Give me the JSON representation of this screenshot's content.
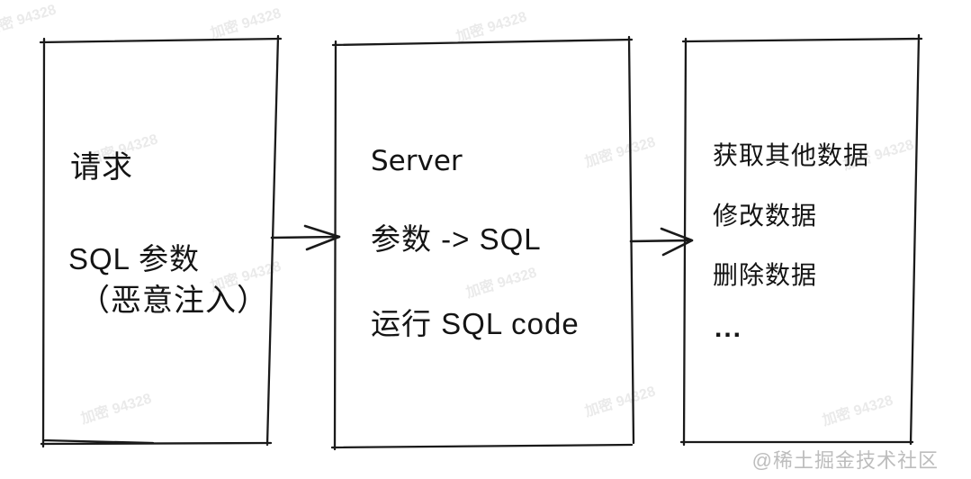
{
  "diagram": {
    "title_semantic": "SQL injection flow diagram",
    "boxes": [
      {
        "id": "request",
        "lines": [
          "请求",
          "SQL 参数",
          "（恶意注入）"
        ]
      },
      {
        "id": "server",
        "lines": [
          "Server",
          "参数 -> SQL",
          "运行 SQL code"
        ]
      },
      {
        "id": "impact",
        "lines": [
          "获取其他数据",
          "修改数据",
          "删除数据",
          "..."
        ]
      }
    ],
    "arrows": [
      {
        "from": "request",
        "to": "server"
      },
      {
        "from": "server",
        "to": "impact"
      }
    ]
  },
  "watermark": {
    "text": "加密 94328"
  },
  "credit": {
    "text": "@稀土掘金技术社区"
  },
  "colors": {
    "background": "#ffffff",
    "stroke": "#1a1a1a",
    "text": "#141414",
    "watermark": "#cfcfcf",
    "credit": "#bdbdbd"
  }
}
